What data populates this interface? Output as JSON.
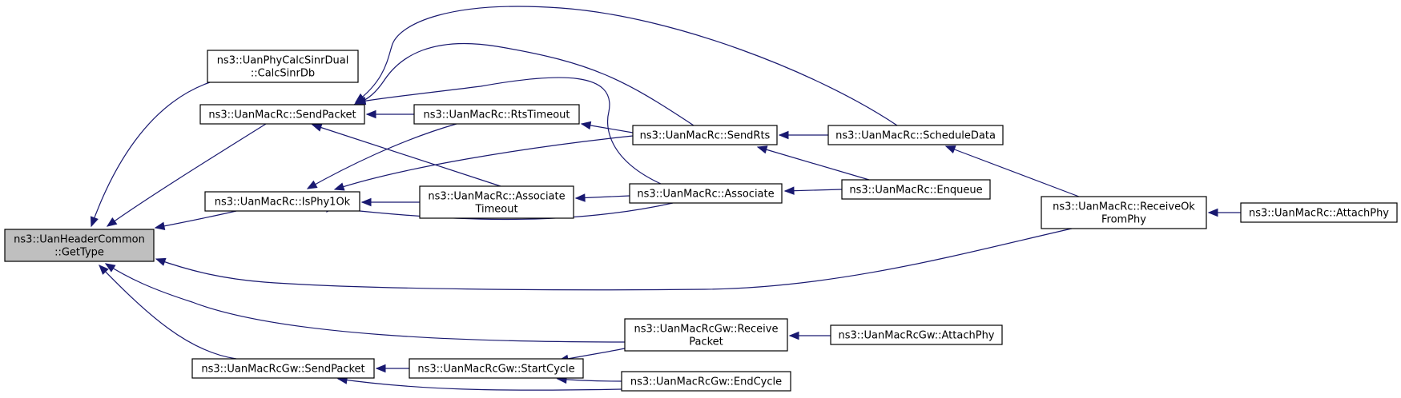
{
  "graph": {
    "nodes": [
      {
        "id": "root",
        "lines": [
          "ns3::UanHeaderCommon",
          "::GetType"
        ],
        "root": true
      },
      {
        "id": "calcsinr",
        "lines": [
          "ns3::UanPhyCalcSinrDual",
          "::CalcSinrDb"
        ]
      },
      {
        "id": "sendpacket",
        "lines": [
          "ns3::UanMacRc::SendPacket"
        ]
      },
      {
        "id": "isphy1ok",
        "lines": [
          "ns3::UanMacRc::IsPhy1Ok"
        ]
      },
      {
        "id": "rtstimeout",
        "lines": [
          "ns3::UanMacRc::RtsTimeout"
        ]
      },
      {
        "id": "assoctimeout",
        "lines": [
          "ns3::UanMacRc::Associate",
          "Timeout"
        ]
      },
      {
        "id": "sendrts",
        "lines": [
          "ns3::UanMacRc::SendRts"
        ]
      },
      {
        "id": "associate",
        "lines": [
          "ns3::UanMacRc::Associate"
        ]
      },
      {
        "id": "scheduledata",
        "lines": [
          "ns3::UanMacRc::ScheduleData"
        ]
      },
      {
        "id": "enqueue",
        "lines": [
          "ns3::UanMacRc::Enqueue"
        ]
      },
      {
        "id": "receiveok",
        "lines": [
          "ns3::UanMacRc::ReceiveOk",
          "FromPhy"
        ]
      },
      {
        "id": "attachphy",
        "lines": [
          "ns3::UanMacRc::AttachPhy"
        ]
      },
      {
        "id": "gwreceive",
        "lines": [
          "ns3::UanMacRcGw::Receive",
          "Packet"
        ]
      },
      {
        "id": "gwattachphy",
        "lines": [
          "ns3::UanMacRcGw::AttachPhy"
        ]
      },
      {
        "id": "gwsendpacket",
        "lines": [
          "ns3::UanMacRcGw::SendPacket"
        ]
      },
      {
        "id": "gwstartcycle",
        "lines": [
          "ns3::UanMacRcGw::StartCycle"
        ]
      },
      {
        "id": "gwendcycle",
        "lines": [
          "ns3::UanMacRcGw::EndCycle"
        ]
      }
    ],
    "edges": [
      {
        "from": "calcsinr",
        "to": "root"
      },
      {
        "from": "sendpacket",
        "to": "root"
      },
      {
        "from": "isphy1ok",
        "to": "root"
      },
      {
        "from": "receiveok",
        "to": "root"
      },
      {
        "from": "gwreceive",
        "to": "root"
      },
      {
        "from": "gwsendpacket",
        "to": "root"
      },
      {
        "from": "rtstimeout",
        "to": "sendpacket"
      },
      {
        "from": "assoctimeout",
        "to": "sendpacket"
      },
      {
        "from": "sendrts",
        "to": "sendpacket"
      },
      {
        "from": "associate",
        "to": "sendpacket"
      },
      {
        "from": "scheduledata",
        "to": "sendpacket"
      },
      {
        "from": "assoctimeout",
        "to": "isphy1ok"
      },
      {
        "from": "rtstimeout",
        "to": "isphy1ok"
      },
      {
        "from": "sendrts",
        "to": "isphy1ok"
      },
      {
        "from": "associate",
        "to": "isphy1ok"
      },
      {
        "from": "sendrts",
        "to": "rtstimeout"
      },
      {
        "from": "associate",
        "to": "assoctimeout"
      },
      {
        "from": "scheduledata",
        "to": "sendrts"
      },
      {
        "from": "enqueue",
        "to": "sendrts"
      },
      {
        "from": "enqueue",
        "to": "associate"
      },
      {
        "from": "receiveok",
        "to": "scheduledata"
      },
      {
        "from": "attachphy",
        "to": "receiveok"
      },
      {
        "from": "gwattachphy",
        "to": "gwreceive"
      },
      {
        "from": "gwstartcycle",
        "to": "gwsendpacket"
      },
      {
        "from": "gwendcycle",
        "to": "gwsendpacket"
      },
      {
        "from": "gwreceive",
        "to": "gwstartcycle"
      },
      {
        "from": "gwendcycle",
        "to": "gwstartcycle"
      }
    ]
  }
}
